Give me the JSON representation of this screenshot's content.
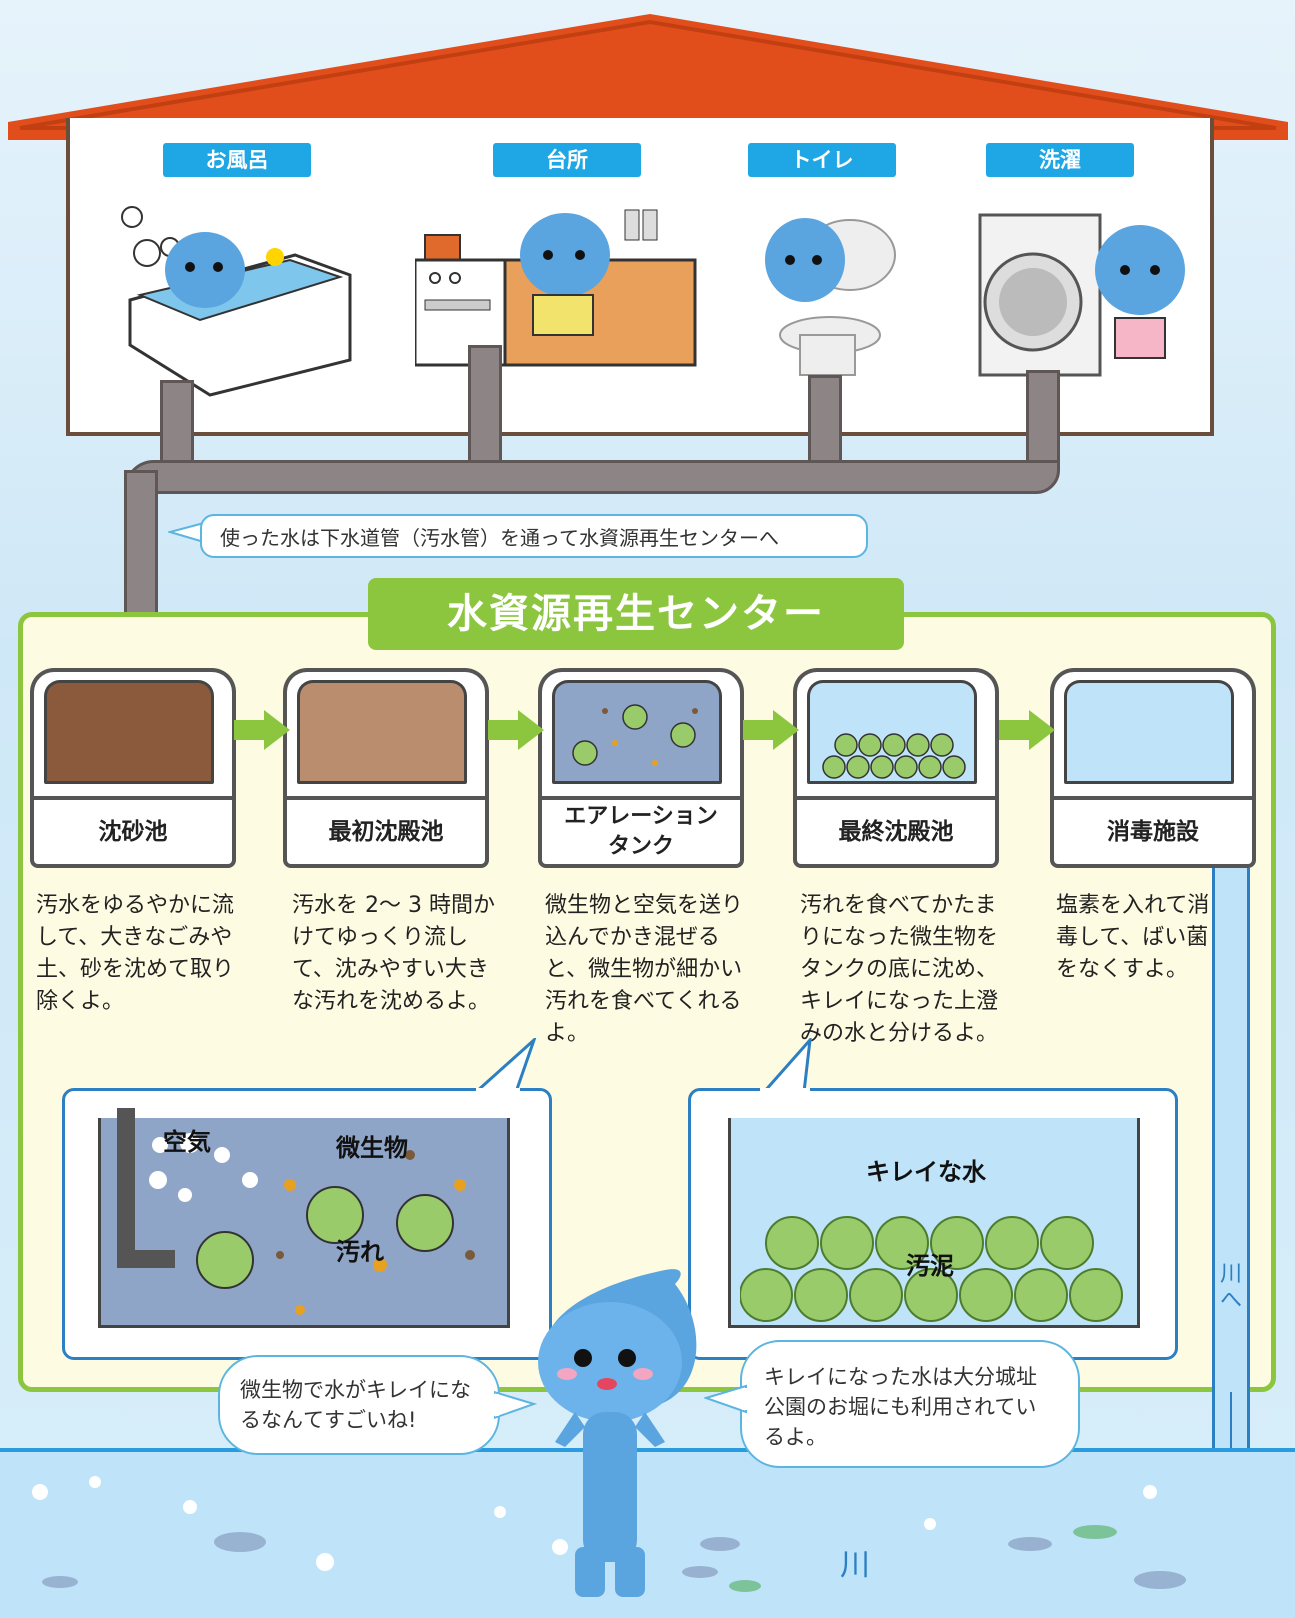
{
  "house": {
    "rooms": [
      {
        "label": "お風呂"
      },
      {
        "label": "台所"
      },
      {
        "label": "トイレ"
      },
      {
        "label": "洗濯"
      }
    ]
  },
  "pipe_callout": "使った水は下水道管（汚水管）を通って水資源再生センターへ",
  "center": {
    "title": "水資源再生センター",
    "steps": [
      {
        "name": "沈砂池",
        "desc": "汚水をゆるやかに流して、大きなごみや土、砂を沈めて取り除くよ。"
      },
      {
        "name": "最初沈殿池",
        "desc": "汚水を 2～ 3 時間かけてゆっくり流して、沈みやすい大きな汚れを沈めるよ。"
      },
      {
        "name": "エアレーションタンク",
        "desc": "微生物と空気を送り込んでかき混ぜると、微生物が細かい汚れを食べてくれるよ。"
      },
      {
        "name": "最終沈殿池",
        "desc": "汚れを食べてかたまりになった微生物をタンクの底に沈め、キレイになった上澄みの水と分けるよ。"
      },
      {
        "name": "消毒施設",
        "desc": "塩素を入れて消毒して、ばい菌をなくすよ。"
      }
    ],
    "aeration_zoom": {
      "air": "空気",
      "microbes": "微生物",
      "dirt": "汚れ"
    },
    "settling_zoom": {
      "clean_water": "キレイな水",
      "sludge": "汚泥"
    }
  },
  "to_river_label": "川へ",
  "speech_left": "微生物で水がキレイになるなんてすごいね!",
  "speech_right": "キレイになった水は大分城址公園のお堀にも利用されているよ。",
  "river_label": "川",
  "colors": {
    "roof": "#e24e1b",
    "room_label": "#1ea7e4",
    "center_green": "#8cc63f",
    "pipe": "#8d8485",
    "sand_tank": "#8b5a3c",
    "primary_tank": "#b98d6e",
    "aeration_tank": "#8fa5c8",
    "clean_tank": "#bfe3f8"
  }
}
